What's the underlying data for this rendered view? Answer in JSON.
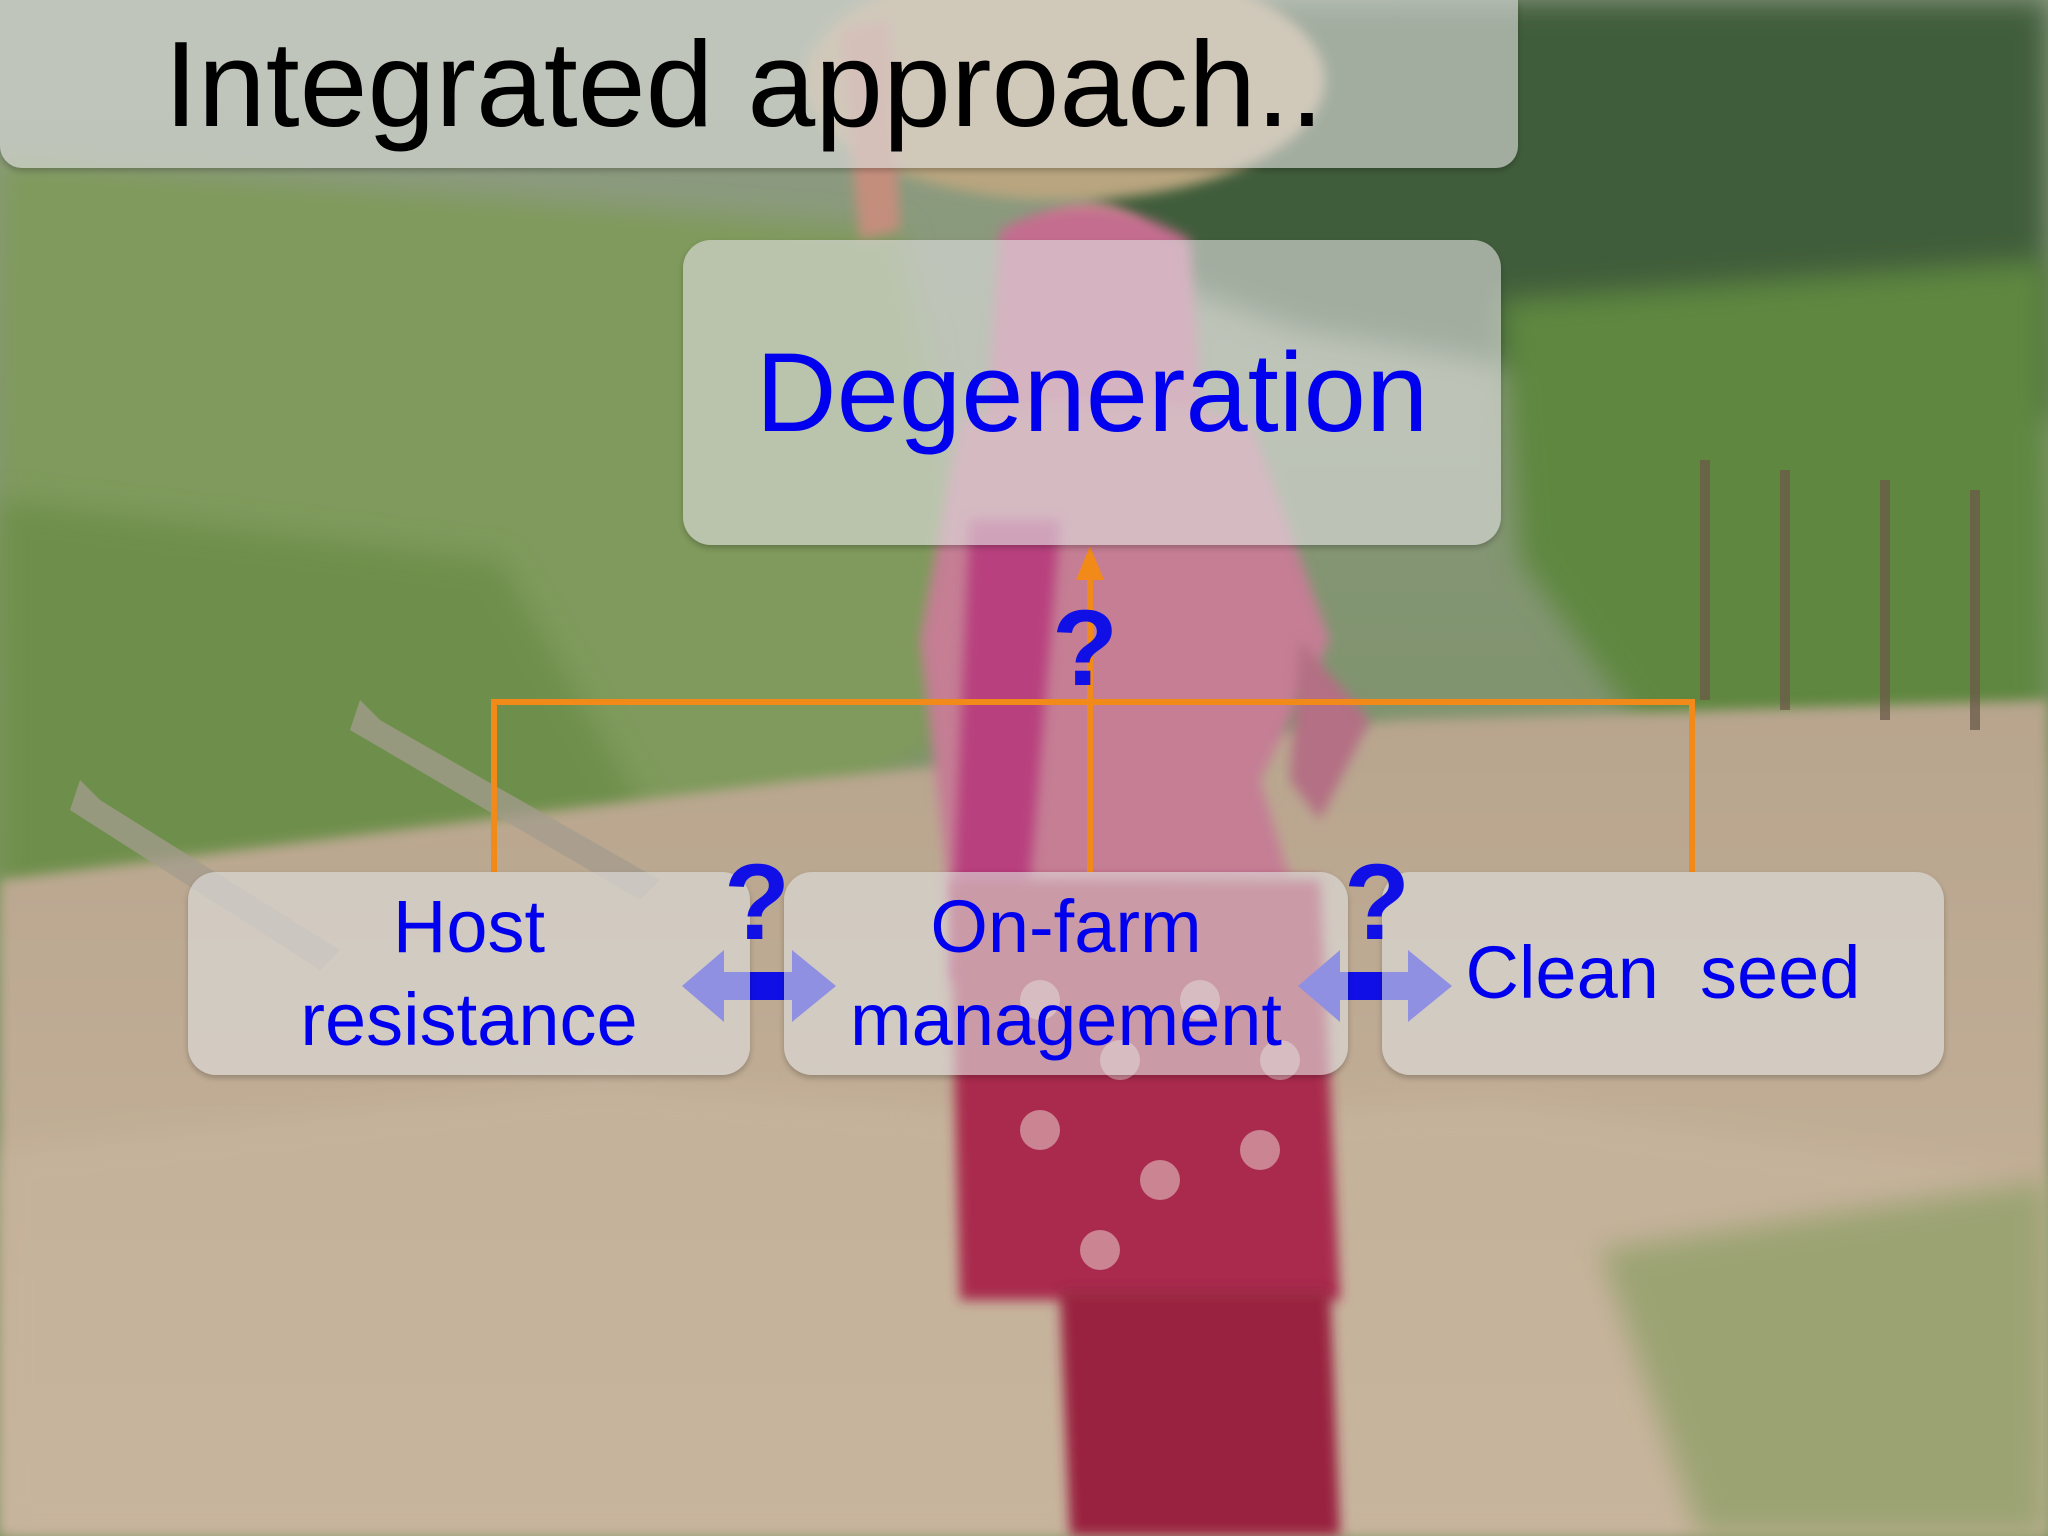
{
  "slide": {
    "title": "Integrated approach..",
    "top_node": "Degeneration",
    "nodes": [
      {
        "lines": [
          "Host",
          "resistance"
        ]
      },
      {
        "lines": [
          "On-farm",
          "management"
        ]
      },
      {
        "lines": [
          "Clean  seed"
        ]
      }
    ],
    "question_mark": "?"
  },
  "colors": {
    "label_text": "#0000ee",
    "connector": "#f28a1a",
    "double_arrow": "#1010e6",
    "box_fill": "#dedede"
  }
}
